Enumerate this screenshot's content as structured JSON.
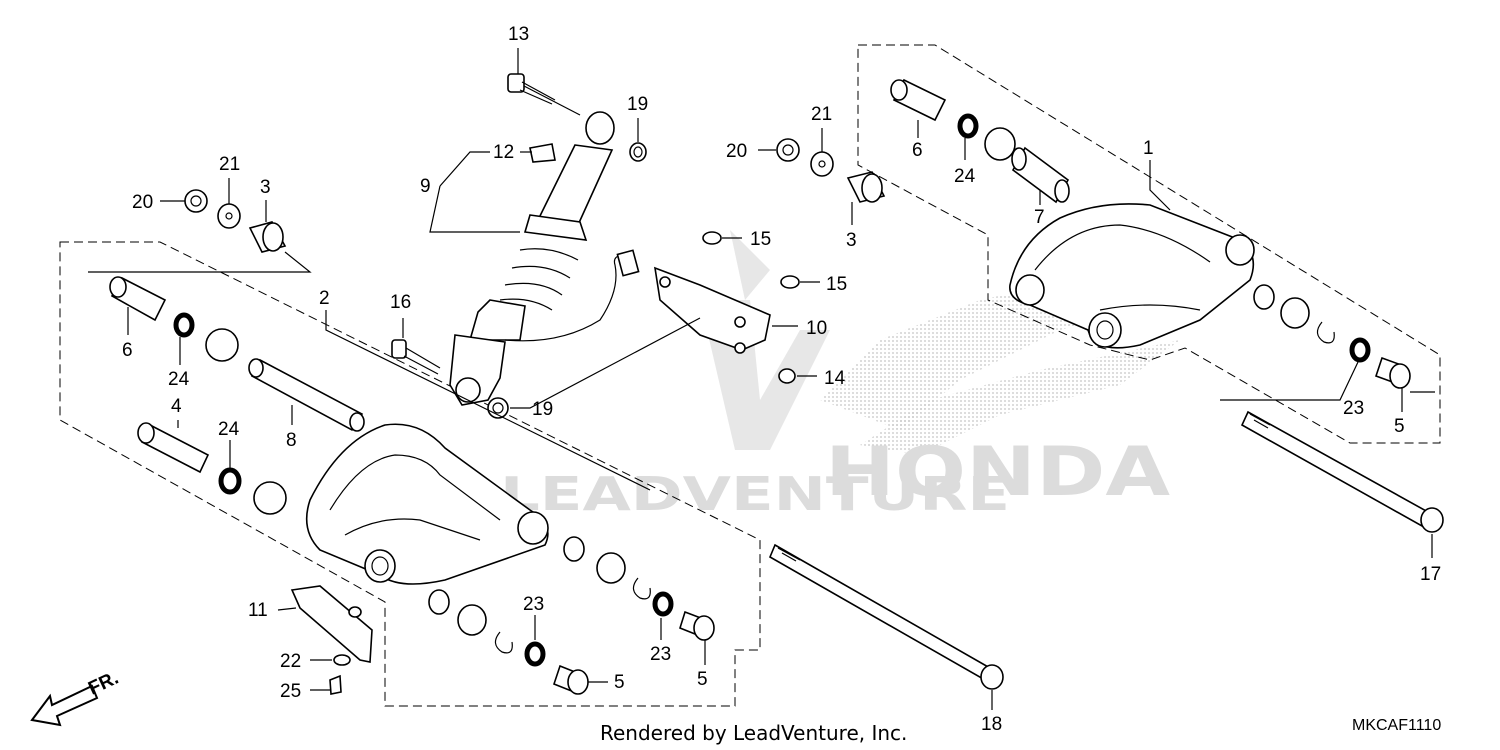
{
  "diagram": {
    "watermark": {
      "brand": "HONDA",
      "vendor": "LEADVENTURE"
    },
    "direction_label": "FR.",
    "footer": "Rendered by LeadVenture, Inc.",
    "code": "MKCAF1110",
    "callouts": {
      "c1": "1",
      "c2": "2",
      "c3a": "3",
      "c3b": "3",
      "c4": "4",
      "c5a": "5",
      "c5b": "5",
      "c5c": "5",
      "c6a": "6",
      "c6b": "6",
      "c7": "7",
      "c8": "8",
      "c9": "9",
      "c10": "10",
      "c11": "11",
      "c12": "12",
      "c13": "13",
      "c14": "14",
      "c15a": "15",
      "c15b": "15",
      "c16": "16",
      "c17": "17",
      "c18": "18",
      "c19a": "19",
      "c19b": "19",
      "c20a": "20",
      "c20b": "20",
      "c21a": "21",
      "c21b": "21",
      "c22": "22",
      "c23a": "23",
      "c23b": "23",
      "c23c": "23",
      "c24a": "24",
      "c24b": "24",
      "c24c": "24",
      "c25": "25"
    }
  }
}
